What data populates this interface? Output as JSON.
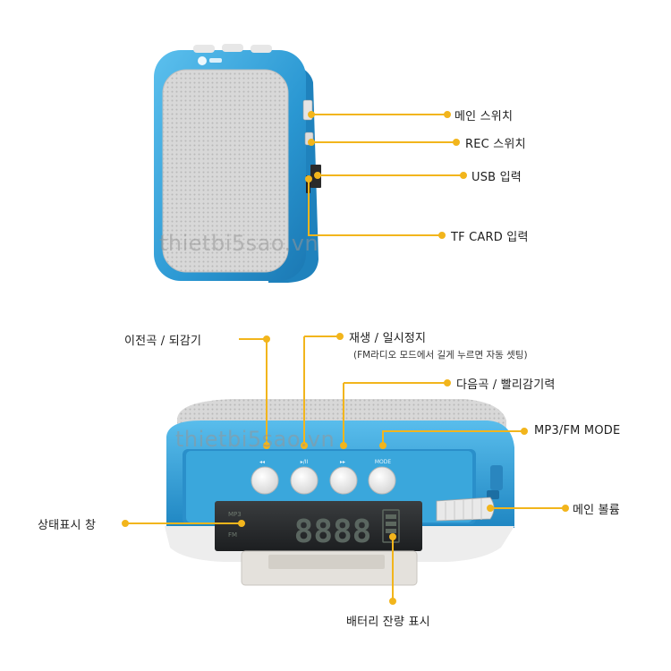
{
  "watermarks": [
    "thietbi5sao.vn",
    "thietbi5sao.vn"
  ],
  "top_labels": {
    "main_switch": "메인 스위치",
    "rec_switch": "REC 스위치",
    "usb_input": "USB 입력",
    "tf_card_input": "TF CARD 입력"
  },
  "bottom_labels": {
    "prev_rewind": "이전곡 / 되감기",
    "play_pause": "재생 / 일시정지",
    "play_pause_note": "(FM라디오 모드에서 길게 누르면 자동 셋팅)",
    "next_fastforward": "다음곡 / 빨리감기력",
    "mp3_fm_mode": "MP3/FM MODE",
    "status_window": "상태표시 창",
    "main_volume": "메인 볼륨",
    "battery_display": "배터리 잔량 표시"
  },
  "device": {
    "display_digits": "8888",
    "button_caption_mode": "MODE"
  },
  "colors": {
    "callout": "#f2b51c",
    "body_blue": "#2e9ed8",
    "grille": "#d9d9d9"
  }
}
